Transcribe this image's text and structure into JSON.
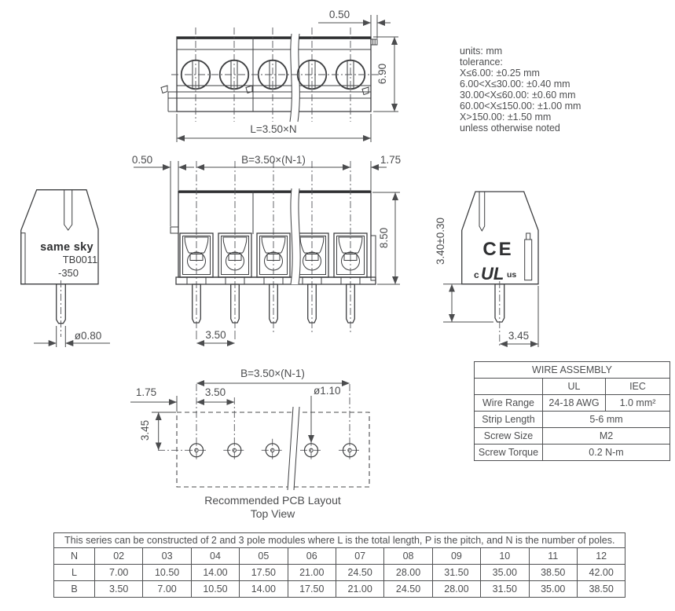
{
  "notes": {
    "units": "units: mm",
    "tolerance_title": "tolerance:",
    "tolerances": [
      "X≤6.00: ±0.25 mm",
      "6.00<X≤30.00: ±0.40 mm",
      "30.00<X≤60.00: ±0.60 mm",
      "60.00<X≤150.00: ±1.00 mm",
      "X>150.00: ±1.50 mm"
    ],
    "footnote": "unless otherwise noted"
  },
  "top_view": {
    "dim_tab": "0.50",
    "dim_height": "6.90",
    "dim_length": "L=3.50×N"
  },
  "front_view": {
    "dim_offset": "0.50",
    "dim_span": "B=3.50×(N-1)",
    "dim_margin": "1.75",
    "dim_body_height": "8.50",
    "dim_pitch": "3.50"
  },
  "side_left": {
    "brand": "same sky",
    "part_number": "TB0011",
    "part_suffix": "-350",
    "dim_pin_dia": "ø0.80"
  },
  "side_right": {
    "dim_pin_length": "3.40±0.30",
    "dim_pin_edge": "3.45",
    "ce_mark": "CE",
    "ul_prefix": "c",
    "ul_mark": "UL",
    "ul_suffix": "us"
  },
  "pcb": {
    "dim_span": "B=3.50×(N-1)",
    "dim_margin": "1.75",
    "dim_pitch": "3.50",
    "dim_hole_dia": "ø1.10",
    "dim_row": "3.45",
    "caption_1": "Recommended PCB Layout",
    "caption_2": "Top View"
  },
  "wire_assembly": {
    "title": "WIRE ASSEMBLY",
    "col_ul": "UL",
    "col_iec": "IEC",
    "rows": [
      {
        "label": "Wire Range",
        "ul": "24-18 AWG",
        "iec": "1.0 mm²"
      },
      {
        "label": "Strip Length",
        "value": "5-6 mm"
      },
      {
        "label": "Screw Size",
        "value": "M2"
      },
      {
        "label": "Screw Torque",
        "value": "0.2 N-m"
      }
    ]
  },
  "series_table": {
    "note": "This series can be constructed of 2 and 3 pole modules where L is the total length, P is the pitch, and N is the number of poles.",
    "labels": {
      "n": "N",
      "l": "L",
      "b": "B"
    },
    "n": [
      "02",
      "03",
      "04",
      "05",
      "06",
      "07",
      "08",
      "09",
      "10",
      "11",
      "12"
    ],
    "l": [
      "7.00",
      "10.50",
      "14.00",
      "17.50",
      "21.00",
      "24.50",
      "28.00",
      "31.50",
      "35.00",
      "38.50",
      "42.00"
    ],
    "b": [
      "3.50",
      "7.00",
      "10.50",
      "14.00",
      "17.50",
      "21.00",
      "24.50",
      "28.00",
      "31.50",
      "35.00",
      "38.50"
    ]
  },
  "colors": {
    "ink": "#3e3f41",
    "dim_ink": "#4b4c4e",
    "text": "#4d4e50"
  }
}
